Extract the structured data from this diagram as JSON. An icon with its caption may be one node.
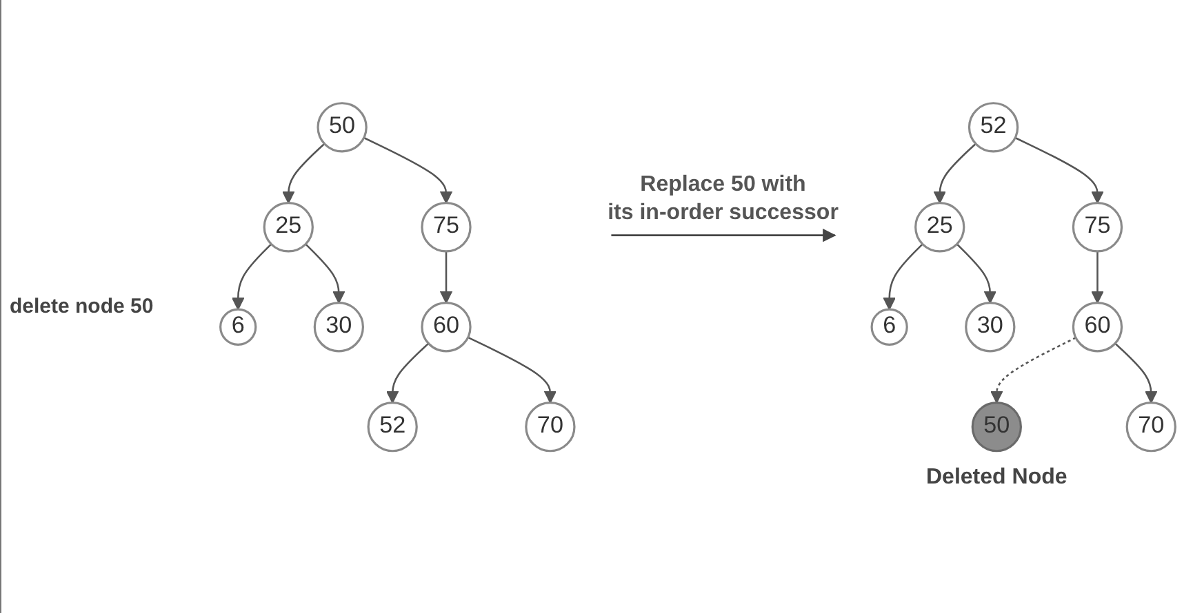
{
  "diagram": {
    "nodes": [
      {
        "text": [
          "50"
        ]
      },
      {
        "text": [
          "25"
        ]
      },
      {
        "text": [
          "75"
        ]
      },
      {
        "text": [
          "6"
        ]
      },
      {
        "text": [
          "30"
        ]
      },
      {
        "text": [
          "60"
        ]
      },
      {
        "text": [
          "52"
        ]
      },
      {
        "text": [
          "70"
        ]
      },
      {
        "text": [
          "52"
        ]
      },
      {
        "text": [
          "25"
        ]
      },
      {
        "text": [
          "75"
        ]
      },
      {
        "text": [
          "6"
        ]
      },
      {
        "text": [
          "30"
        ]
      },
      {
        "text": [
          "60"
        ]
      },
      {
        "text": [
          "50"
        ],
        "beside": [
          "Deleted Node"
        ]
      },
      {
        "text": [
          "70"
        ]
      }
    ],
    "edges": [
      {
        "from": 0,
        "to": 1,
        "arrow": "to"
      },
      {
        "from": 0,
        "to": 2,
        "arrow": "to"
      },
      {
        "from": 1,
        "to": 3,
        "arrow": "to"
      },
      {
        "from": 1,
        "to": 4,
        "arrow": "to"
      },
      {
        "from": 2,
        "to": 5,
        "arrow": "to"
      },
      {
        "from": 5,
        "to": 6,
        "arrow": "to"
      },
      {
        "from": 5,
        "to": 7,
        "arrow": "to"
      },
      {
        "from": 8,
        "to": 9,
        "arrow": "to"
      },
      {
        "from": 8,
        "to": 10,
        "arrow": "to"
      },
      {
        "from": 9,
        "to": 11,
        "arrow": "to"
      },
      {
        "from": 9,
        "to": 12,
        "arrow": "to"
      },
      {
        "from": 10,
        "to": 13,
        "arrow": "to"
      },
      {
        "from": 13,
        "to": 14,
        "arrow": "to",
        "style": "dashed"
      },
      {
        "from": 13,
        "to": 15,
        "arrow": "to"
      }
    ],
    "labels": [
      "delete node 50",
      "Replace 50 with its in-order successor"
    ]
  }
}
